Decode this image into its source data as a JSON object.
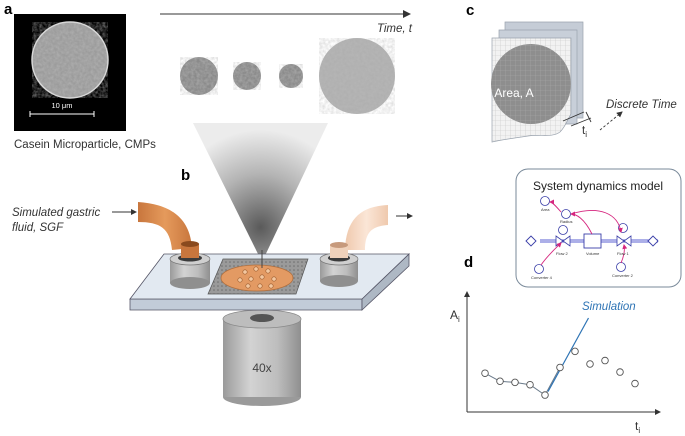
{
  "panel_labels": {
    "a": "a",
    "b": "b",
    "c": "c",
    "d": "d"
  },
  "panel_a": {
    "time_label": "Time, t",
    "scale_bar": "10 μm",
    "caption": "Casein Microparticle, CMPs"
  },
  "panel_b": {
    "fluid_label_line1": "Simulated gastric",
    "fluid_label_line2": "fluid, SGF",
    "objective_label": "40x"
  },
  "panel_c": {
    "area_label": "Area, A",
    "discrete_time_label": "Discrete Time",
    "ti_label": "t",
    "ti_subscript": "i"
  },
  "system_dynamics": {
    "title": "System dynamics model",
    "node_labels": [
      "Area",
      "Radius",
      "Flow 2",
      "Volume",
      "Flow 1",
      "Converter 4",
      "Converter 2"
    ]
  },
  "panel_d": {
    "y_label": "A",
    "y_subscript": "i",
    "x_label": "t",
    "x_subscript": "i",
    "simulation_label": "Simulation",
    "colors": {
      "simulation": "#2e74b5",
      "dots": "#555555",
      "curve": "#6a7a8a"
    }
  },
  "chart_data": {
    "type": "scatter",
    "title": "",
    "xlabel": "t_i",
    "ylabel": "A_i",
    "series": [
      {
        "name": "",
        "x": [
          1,
          2,
          3,
          4,
          5,
          6,
          7,
          8,
          9,
          10,
          11
        ],
        "y": [
          3.2,
          2.5,
          2.4,
          2.2,
          1.3,
          3.7,
          5.1,
          4.0,
          4.3,
          3.3,
          2.3
        ]
      },
      {
        "name": "Simulation",
        "x": [
          5.2,
          7.9
        ],
        "y": [
          1.6,
          8.0
        ]
      }
    ]
  }
}
